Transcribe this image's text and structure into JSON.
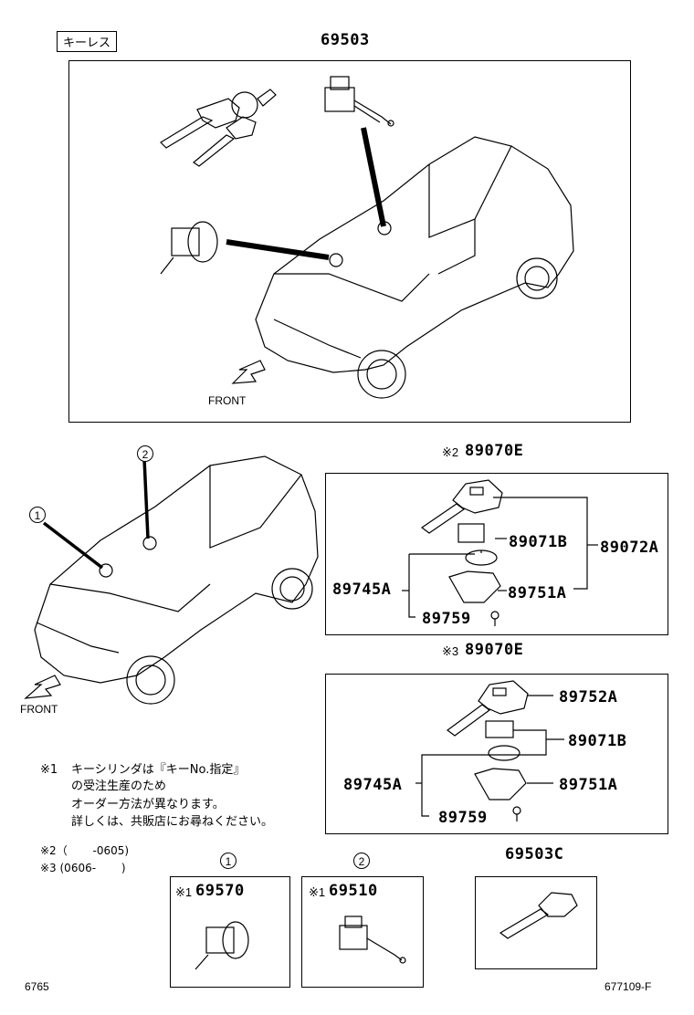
{
  "header": {
    "tag": "キーレス",
    "main_part": "69503"
  },
  "top_panel": {
    "front_label": "FRONT"
  },
  "left_diagram": {
    "callout_1": "1",
    "callout_2": "2",
    "front_label": "FRONT"
  },
  "kit_a": {
    "marker": "※2",
    "part": "89070E",
    "parts": [
      "89071B",
      "89072A",
      "89745A",
      "89751A",
      "89759"
    ]
  },
  "kit_b": {
    "marker": "※3",
    "part": "89070E",
    "parts": [
      "89752A",
      "89071B",
      "89745A",
      "89751A",
      "89759"
    ]
  },
  "notes": {
    "n1_marker": "※1",
    "n1_line1": "キーシリンダは『キーNo.指定』",
    "n1_line2": "の受注生産のため",
    "n1_line3": "オーダー方法が異なります。",
    "n1_line4": "詳しくは、共販店にお尋ねください。",
    "n2": "※2（　　 -0605)",
    "n3": "※3 (0606-　　 )"
  },
  "bottom": {
    "c1": "1",
    "c2": "2",
    "p1_marker": "※1",
    "p1": "69570",
    "p2_marker": "※1",
    "p2": "69510",
    "p3": "69503C"
  },
  "footer": {
    "left": "6765",
    "right": "677109-F"
  }
}
